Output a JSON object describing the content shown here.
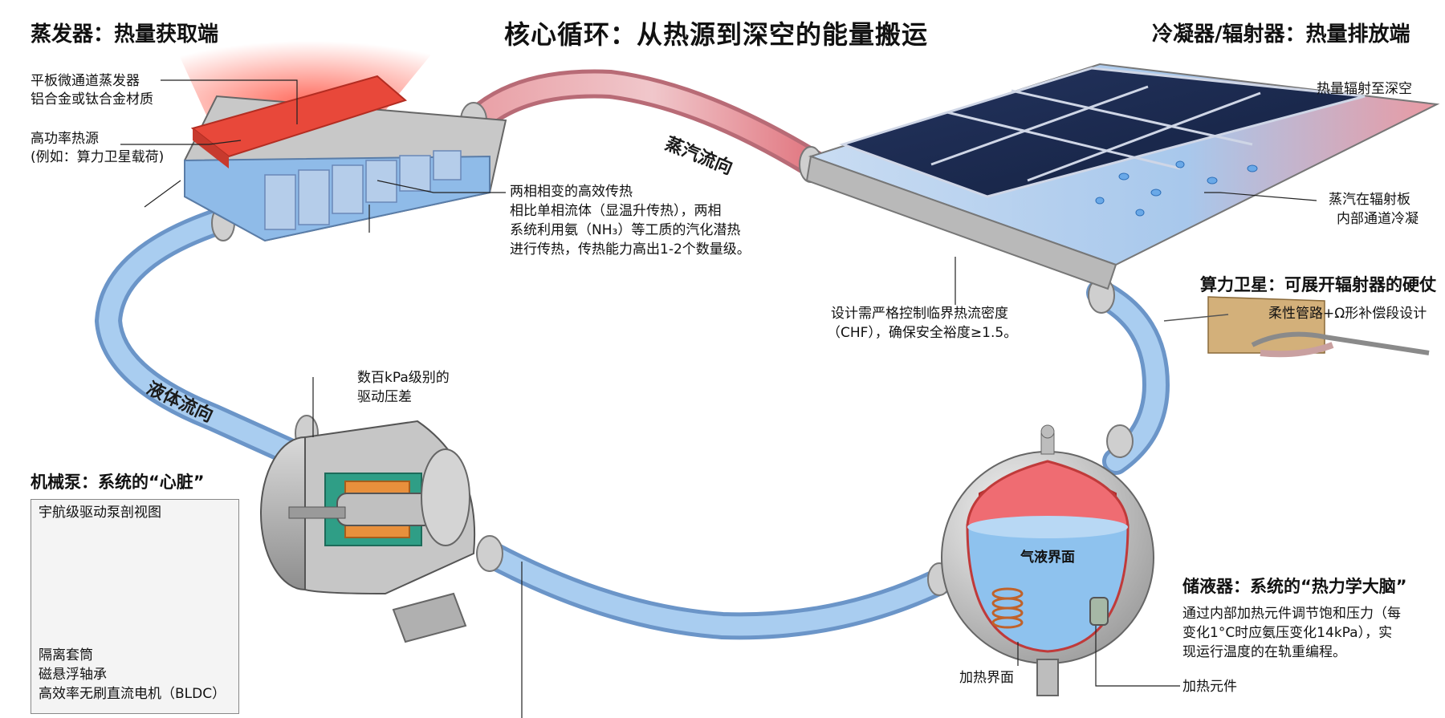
{
  "title": "核心循环：从热源到深空的能量搬运",
  "evaporator": {
    "heading": "蒸发器：热量获取端",
    "plate_l1": "平板微通道蒸发器",
    "plate_l2": "铝合金或钛合金材质",
    "source_l1": "高功率热源",
    "source_l2": "(例如：算力卫星载荷)",
    "twophase_l1": "两相相变的高效传热",
    "twophase_l2": "相比单相流体（显温升传热），两相",
    "twophase_l3": "系统利用氨（NH₃）等工质的汽化潜热",
    "twophase_l4": "进行传热，传热能力高出1-2个数量级。"
  },
  "condenser": {
    "heading": "冷凝器/辐射器：热量排放端",
    "radiate": "热量辐射至深空",
    "condense_l1": "蒸汽在辐射板",
    "condense_l2": "内部通道冷凝",
    "chf_l1": "设计需严格控制临界热流密度",
    "chf_l2": "（CHF），确保安全裕度≥1.5。"
  },
  "satellite": {
    "heading": "算力卫星：可展开辐射器的硬仗",
    "note": "柔性管路+Ω形补偿段设计"
  },
  "flows": {
    "vapor": "蒸汽流向",
    "liquid": "液体流向"
  },
  "pump": {
    "heading": "机械泵：系统的“心脏”",
    "pressure_l1": "数百kPa级别的",
    "pressure_l2": "驱动压差",
    "inset_title": "宇航级驱动泵剖视图",
    "sleeve": "隔离套筒",
    "bearing": "磁悬浮轴承",
    "motor": "高效率无刷直流电机（BLDC）"
  },
  "accumulator": {
    "interface": "气液界面",
    "heading": "储液器：系统的“热力学大脑”",
    "desc_l1": "通过内部加热元件调节饱和压力（每",
    "desc_l2": "变化1°C时应氨压变化14kPa），实",
    "desc_l3": "现运行温度的在轨重编程。",
    "heater_interface": "加热界面",
    "heater_element": "加热元件"
  },
  "colors": {
    "hot": "#e84a3c",
    "cold": "#4a90d9",
    "pipe": "#8fc0ea",
    "panel": "#1f2d55"
  }
}
